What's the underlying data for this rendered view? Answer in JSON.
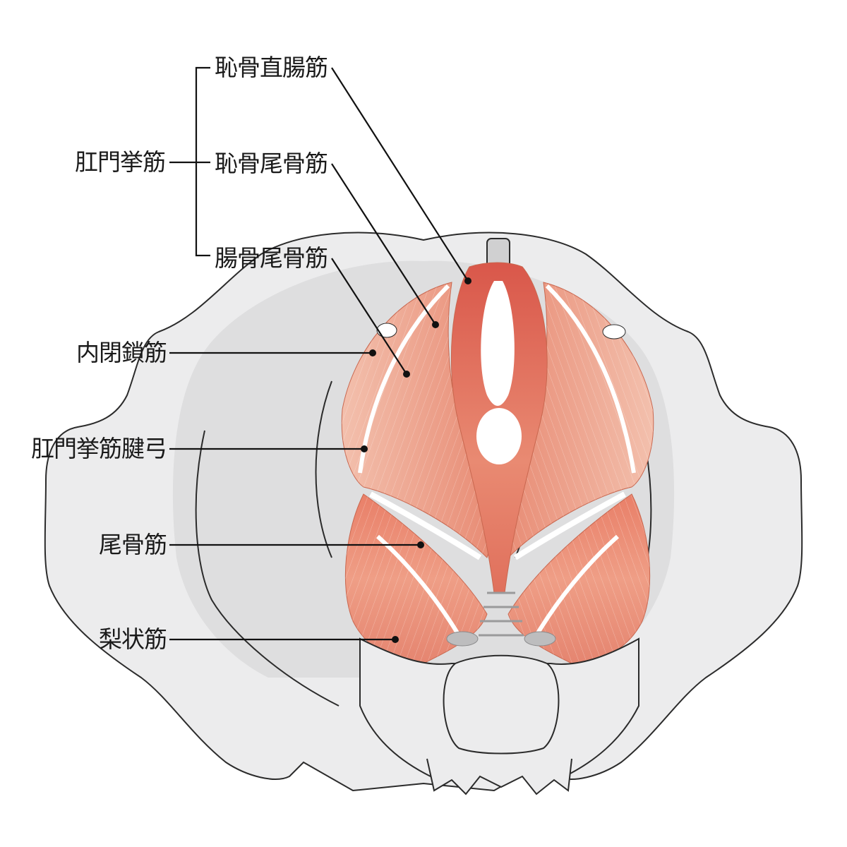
{
  "colors": {
    "bone_fill": "#e9e9ea",
    "bone_inner": "#dcdcdd",
    "bone_outline": "#2b2b2b",
    "muscle_light": "#f1b9a6",
    "muscle_mid": "#e9907a",
    "muscle_dark": "#d9604c",
    "leader_line": "#111111"
  },
  "group": {
    "label": "肛門挙筋",
    "members": [
      {
        "label": "恥骨直腸筋"
      },
      {
        "label": "恥骨尾骨筋"
      },
      {
        "label": "腸骨尾骨筋"
      }
    ]
  },
  "labels": [
    {
      "label": "内閉鎖筋"
    },
    {
      "label": "肛門挙筋腱弓"
    },
    {
      "label": "尾骨筋"
    },
    {
      "label": "梨状筋"
    }
  ]
}
